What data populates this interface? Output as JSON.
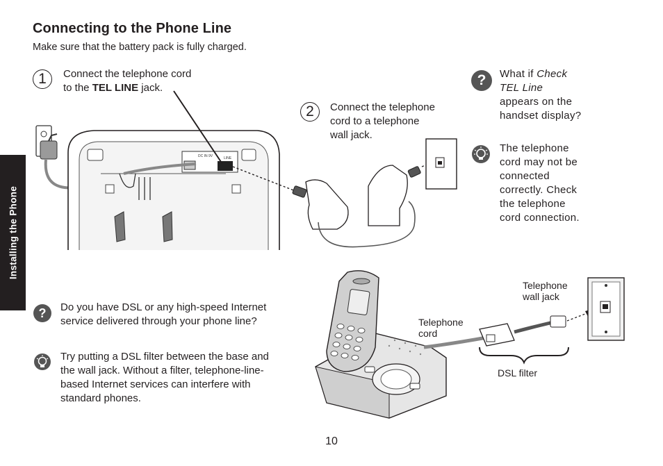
{
  "header": {
    "title": "Connecting to the Phone Line",
    "subtitle": "Make sure that the battery pack is fully charged."
  },
  "side_tab": {
    "label": "Installing the Phone"
  },
  "steps": [
    {
      "number": "1",
      "text_line1": "Connect the telephone cord",
      "text_line2_pre": "to the ",
      "text_line2_bold": "TEL LINE",
      "text_line2_post": " jack."
    },
    {
      "number": "2",
      "text_lines": [
        "Connect the telephone",
        "cord to a telephone",
        "wall jack."
      ]
    }
  ],
  "faq_right": {
    "question_icon": "question-icon",
    "question_pre": "What if ",
    "question_italic_1": "Check",
    "question_italic_2": "TEL Line",
    "question_lines": [
      "appears on the",
      "handset display?"
    ],
    "tip_icon": "lightbulb-tip-icon",
    "answer_lines": [
      "The telephone",
      "cord may not be",
      "connected",
      "correctly. Check",
      "the telephone",
      "cord connection."
    ]
  },
  "faq_left": {
    "question_icon": "question-icon",
    "question_lines": [
      "Do you have DSL or any high-speed Internet",
      "service delivered through your phone line?"
    ],
    "tip_icon": "lightbulb-tip-icon",
    "answer_lines": [
      "Try putting a DSL filter between the base and",
      "the wall jack. Without a filter, telephone-line-",
      "based Internet services can interfere with",
      "standard phones."
    ]
  },
  "diagram_top": {
    "base_jack_labels": [
      "DC IN 9V",
      "LINE"
    ]
  },
  "diagram_bottom": {
    "labels": {
      "wall_jack": [
        "Telephone",
        "wall jack"
      ],
      "cord": [
        "Telephone",
        "cord"
      ],
      "filter": "DSL filter"
    }
  },
  "footer": {
    "page_number": "10"
  }
}
